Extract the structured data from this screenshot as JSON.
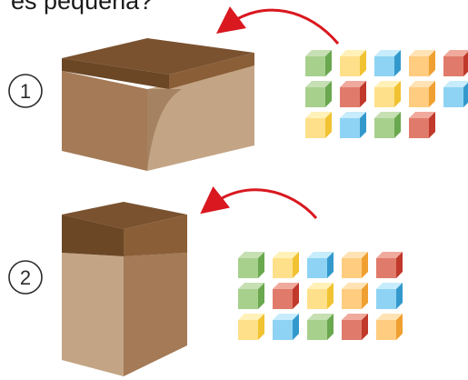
{
  "caption": "es pequeña?",
  "items": [
    {
      "label": "1",
      "cube_colors": [
        "green",
        "yellow",
        "blue",
        "orange",
        "red",
        "green",
        "red",
        "yellow",
        "orange",
        "blue",
        "yellow",
        "blue",
        "green",
        "red"
      ]
    },
    {
      "label": "2",
      "cube_colors": [
        "green",
        "yellow",
        "blue",
        "orange",
        "red",
        "green",
        "red",
        "yellow",
        "orange",
        "blue",
        "yellow",
        "blue",
        "green",
        "red",
        "orange"
      ]
    }
  ],
  "palette": {
    "green": {
      "front": "#a8d08d",
      "top": "#c6e0b4",
      "side": "#6aa84f"
    },
    "yellow": {
      "front": "#ffe08a",
      "top": "#fff1b8",
      "side": "#f1c232"
    },
    "blue": {
      "front": "#8fd3f4",
      "top": "#c7ecfb",
      "side": "#3399cc"
    },
    "orange": {
      "front": "#ffcc80",
      "top": "#ffe3b5",
      "side": "#f0a030"
    },
    "red": {
      "front": "#e07b6b",
      "top": "#f0aa9d",
      "side": "#c0392b"
    },
    "arrow": "#d9181f",
    "box_lid": "#7a5230",
    "box_front": "#a47a57",
    "box_side": "#c3a585"
  }
}
